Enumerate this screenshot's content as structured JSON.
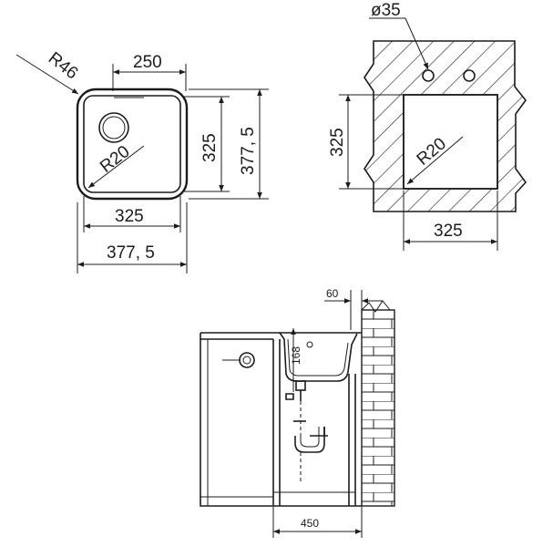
{
  "top_view": {
    "radius_outer": "R46",
    "radius_inner": "R20",
    "width_inner": "250",
    "bowl_width": "325",
    "outer_width": "377, 5",
    "bowl_height": "325",
    "outer_height": "377, 5"
  },
  "cutout_view": {
    "tap_hole": "ø35",
    "radius": "R20",
    "height": "325",
    "width": "325"
  },
  "section_view": {
    "offset": "60",
    "depth": "168",
    "cabinet_width": "450"
  }
}
